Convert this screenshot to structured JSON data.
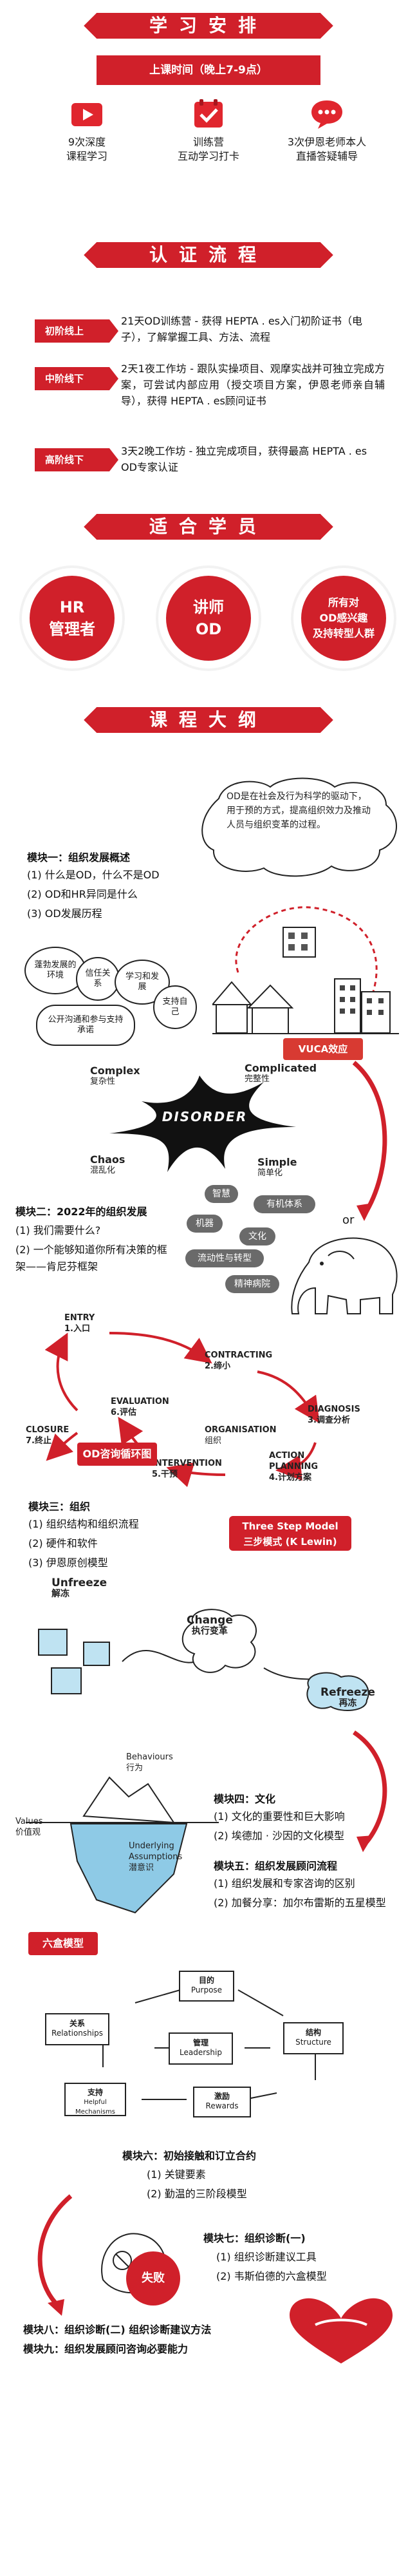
{
  "schedule": {
    "title": "学习安排",
    "time_label": "上课时间（晚上7-9点）",
    "items": [
      {
        "icon": "video-icon",
        "line1": "9次深度",
        "line2": "课程学习"
      },
      {
        "icon": "checkmark-calendar-icon",
        "line1": "训练营",
        "line2": "互动学习打卡"
      },
      {
        "icon": "chat-bubble-icon",
        "line1": "3次伊恩老师本人",
        "line2": "直播答疑辅导"
      }
    ]
  },
  "certification": {
    "title": "认证流程",
    "steps": [
      {
        "tag": "初阶线上",
        "text": "21天OD训练营 - 获得 HEPTA . es入门初阶证书（电子），了解掌握工具、方法、流程"
      },
      {
        "tag": "中阶线下",
        "text": "2天1夜工作坊 - 跟队实操项目、观摩实战并可独立完成方案，可尝试内部应用（授交项目方案，伊恩老师亲自辅导），获得 HEPTA . es顾问证书"
      },
      {
        "tag": "高阶线下",
        "text": "3天2晚工作坊 - 独立完成项目，获得最高 HEPTA . es OD专家认证"
      }
    ]
  },
  "audience": {
    "title": "适合学员",
    "items": [
      {
        "line1": "HR",
        "line2": "管理者"
      },
      {
        "line1": "讲师",
        "line2": "OD"
      },
      {
        "line1": "所有对",
        "line2": "OD感兴趣",
        "line3": "及持转型人群"
      }
    ]
  },
  "syllabus": {
    "title": "课程大纲",
    "od_definition": "OD是在社会及行为科学的驱动下，用于预的方式，提高组织效力及推动人员与组织变革的过程。",
    "module1": {
      "title": "模块一：组织发展概述",
      "lines": [
        "(1) 什么是OD，什么不是OD",
        "(2) OD和HR异同是什么",
        "(3) OD发展历程"
      ]
    },
    "bubbles": [
      "蓬勃发展的环境",
      "信任关系",
      "学习和发展",
      "支持自己",
      "公开沟通和参与支持承诺"
    ],
    "vuca": {
      "tag": "VUCA效应",
      "center": "DISORDER",
      "quadrants": [
        {
          "en": "Complex",
          "cn": "复杂性"
        },
        {
          "en": "Complicated",
          "cn": "完整性"
        },
        {
          "en": "Chaos",
          "cn": "混乱化"
        },
        {
          "en": "Simple",
          "cn": "简单化"
        }
      ]
    },
    "module2": {
      "title": "模块二：2022年的组织发展",
      "lines": [
        "(1) 我们需要什么?",
        "(2) 一个能够知道你所有决策的框架——肯尼芬框架"
      ]
    },
    "elephant": {
      "labels": [
        "智慧",
        "有机体系",
        "机器",
        "文化",
        "流动性与转型",
        "精神病院"
      ],
      "or": "or"
    },
    "cycle": {
      "steps": [
        {
          "en": "ENTRY",
          "cn": "1.入口"
        },
        {
          "en": "CONTRACTING",
          "cn": "2.缔小"
        },
        {
          "en": "DIAGNOSIS",
          "cn": "3.调查分析"
        },
        {
          "en": "ORGANISATION",
          "cn": "组织"
        },
        {
          "en": "ACTION PLANNING",
          "cn": "4.计划方案"
        },
        {
          "en": "INTERVENTION",
          "cn": "5.干预"
        },
        {
          "en": "EVALUATION",
          "cn": "6.评估"
        },
        {
          "en": "CLOSURE",
          "cn": "7.终止"
        }
      ],
      "tag": "OD咨询循环图"
    },
    "module3": {
      "title": "模块三：组织",
      "lines": [
        "(1) 组织结构和组织流程",
        "(2) 硬件和软件",
        "(3) 伊恩原创模型"
      ]
    },
    "three_step": {
      "tag_line1": "Three Step Model",
      "tag_line2": "三步模式 (K Lewin)",
      "unfreeze_en": "Unfreeze",
      "unfreeze_cn": "解冻",
      "change_en": "Change",
      "change_cn": "执行变革",
      "refreeze_en": "Refreeze",
      "refreeze_cn": "再冻"
    },
    "iceberg": {
      "behaviours_en": "Behaviours",
      "behaviours_cn": "行为",
      "values_en": "Values",
      "values_cn": "价值观",
      "assumptions_en": "Underlying Assumptions",
      "assumptions_cn": "潜意识"
    },
    "module4": {
      "title": "模块四：文化",
      "lines": [
        "(1) 文化的重要性和巨大影响",
        "(2) 埃德加 · 沙因的文化模型"
      ]
    },
    "module5": {
      "title": "模块五：组织发展顾问流程",
      "lines": [
        "(1) 组织发展和专家咨询的区别",
        "(2) 加餐分享：加尔布雷斯的五星模型"
      ]
    },
    "six_box": {
      "tag": "六盒模型",
      "boxes": [
        {
          "cn": "目的",
          "en": "Purpose"
        },
        {
          "cn": "关系",
          "en": "Relationships"
        },
        {
          "cn": "管理",
          "en": "Leadership"
        },
        {
          "cn": "结构",
          "en": "Structure"
        },
        {
          "cn": "支持",
          "en": "Helpful Mechanisms"
        },
        {
          "cn": "激励",
          "en": "Rewards"
        }
      ]
    },
    "module6": {
      "title": "模块六：初始接触和订立合约",
      "lines": [
        "(1) 关键要素",
        "(2) 勤温的三阶段模型"
      ]
    },
    "module7": {
      "title": "模块七：组织诊断(一)",
      "lines": [
        "(1) 组织诊断建议工具",
        "(2) 韦斯伯德的六盒模型"
      ]
    },
    "fail_label": "失败",
    "module8": {
      "title": "模块八：组织诊断(二) 组织诊断建议方法"
    },
    "module9": {
      "title": "模块九：组织发展顾问咨询必要能力"
    }
  }
}
